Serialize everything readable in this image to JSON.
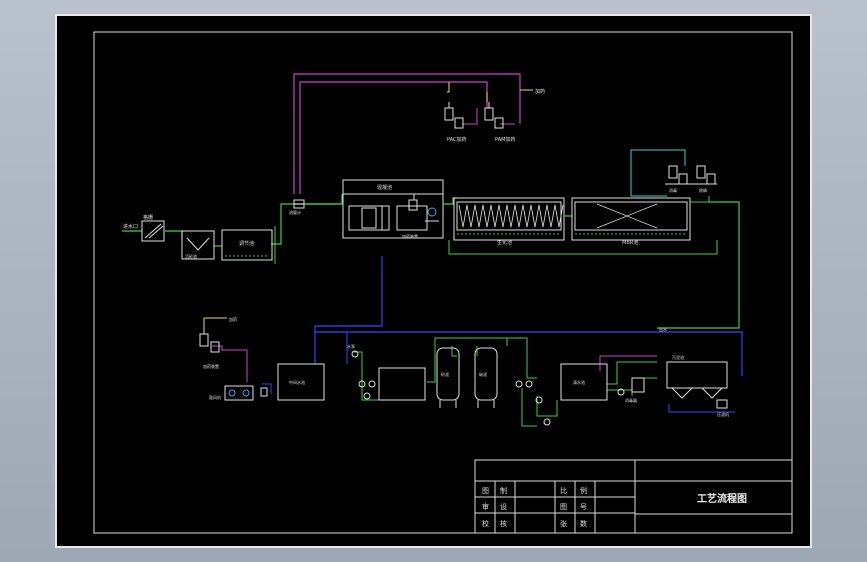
{
  "title_block": {
    "drawing_title": "工艺流程图",
    "row_labels": [
      "图",
      "制",
      "审",
      "设",
      "校",
      "核"
    ],
    "mid_labels": [
      "比",
      "例",
      "图",
      "号",
      "张",
      "数"
    ]
  },
  "labels": {
    "inlet": "进水口",
    "screen": "格栅",
    "grit": "沉砂池",
    "equalization": "调节池",
    "meter": "流量计",
    "coag_tank": "混凝池",
    "doser": "加药装置",
    "bio_tank": "生化池",
    "mbr_tank": "MBR池",
    "top_dose": "加药",
    "top_chem_a": "PAC加药",
    "top_chem_b": "PAM加药",
    "right_chem_a": "消毒",
    "right_chem_b": "除磷",
    "pump_left": "水泵",
    "mid_dose": "加药",
    "mid_chem": "加药装置",
    "blower": "鼓风机",
    "intermediate": "中间水池",
    "sand_filter": "砂滤",
    "carbon_filter": "碳滤",
    "clear_tank": "清水池",
    "uv": "消毒器",
    "outlet": "出水",
    "sludge": "污泥池",
    "press": "压滤机"
  }
}
